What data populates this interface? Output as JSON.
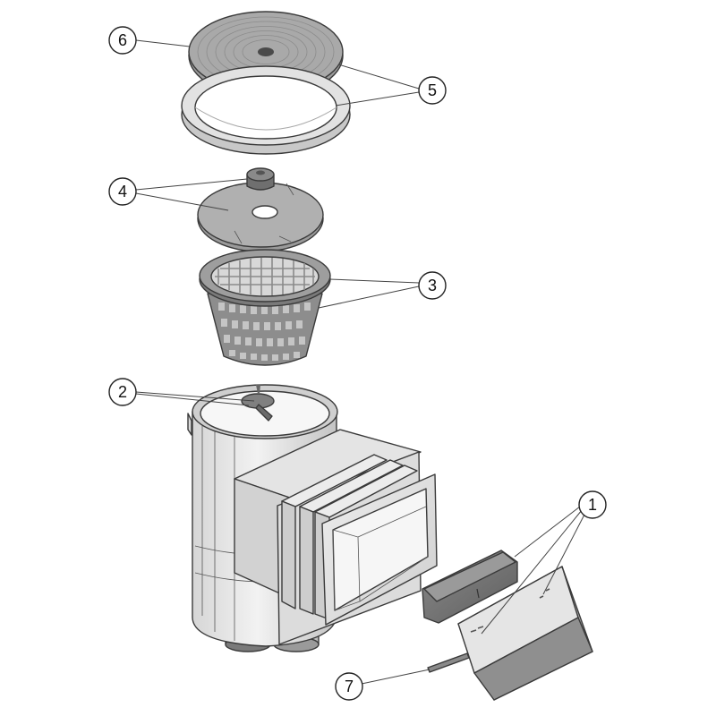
{
  "callouts": [
    {
      "id": "1",
      "label": "1"
    },
    {
      "id": "2",
      "label": "2"
    },
    {
      "id": "3",
      "label": "3"
    },
    {
      "id": "4",
      "label": "4"
    },
    {
      "id": "5",
      "label": "5"
    },
    {
      "id": "6",
      "label": "6"
    },
    {
      "id": "7",
      "label": "7"
    }
  ],
  "colors": {
    "light_part": "#e6e6e6",
    "mid_part": "#bdbdbd",
    "dark_part": "#7a7a7a",
    "outline": "#3a3a3a",
    "background": "#ffffff"
  }
}
